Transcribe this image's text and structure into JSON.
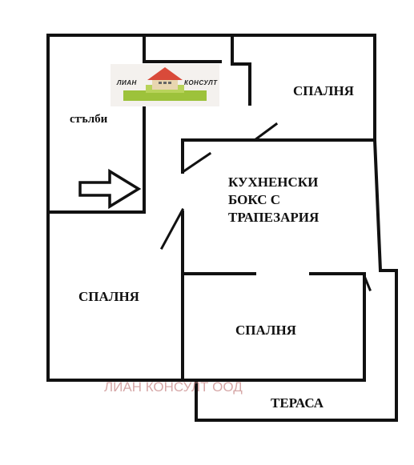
{
  "colors": {
    "wall": "#111111",
    "background": "#ffffff",
    "logo_roof": "#d94a3a",
    "logo_house": "#e8d6b0",
    "logo_blocks": "#9dc23b",
    "logo_bg": "#f4f1ee",
    "watermark": "#c98a8a"
  },
  "logo": {
    "left_word": "ЛИАН",
    "right_word": "КОНСУЛТ"
  },
  "rooms": {
    "stairs": "стълби",
    "bedroom_top_right": "СПАЛНЯ",
    "kitchen_line1": "КУХНЕНСКИ",
    "kitchen_line2": "БОКС С",
    "kitchen_line3": "ТРАПЕЗАРИЯ",
    "bedroom_left": "СПАЛНЯ",
    "bedroom_bottom": "СПАЛНЯ",
    "terrace": "ТЕРАСА"
  },
  "watermark": "ЛИАН КОНСУЛТ ООД",
  "entrance_arrow_icon": "arrow-right-icon"
}
